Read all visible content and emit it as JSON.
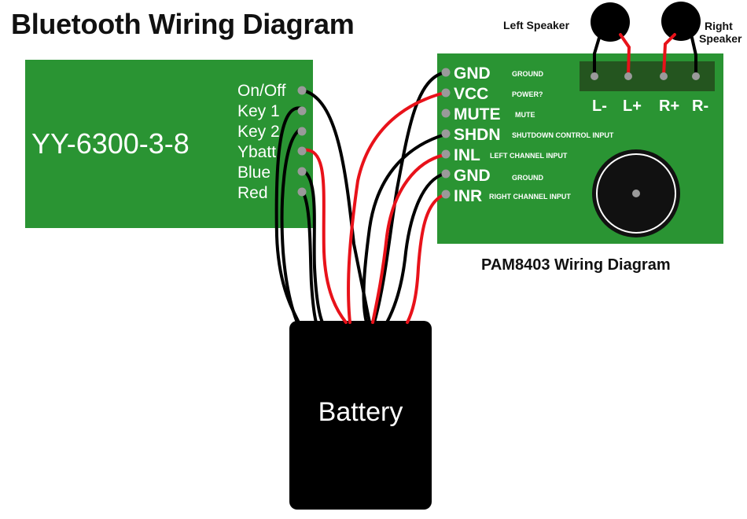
{
  "title": "Bluetooth Wiring Diagram",
  "bluetooth_module": {
    "name": "YY-6300-3-8",
    "pins": [
      "On/Off",
      "Key 1",
      "Key 2",
      "Ybatt",
      "Blue",
      "Red"
    ]
  },
  "amplifier": {
    "caption": "PAM8403 Wiring Diagram",
    "pins": [
      {
        "name": "GND",
        "desc": "GROUND"
      },
      {
        "name": "VCC",
        "desc": "POWER?"
      },
      {
        "name": "MUTE",
        "desc": "MUTE"
      },
      {
        "name": "SHDN",
        "desc": "SHUTDOWN CONTROL INPUT"
      },
      {
        "name": "INL",
        "desc": "LEFT CHANNEL INPUT"
      },
      {
        "name": "GND",
        "desc": "GROUND"
      },
      {
        "name": "INR",
        "desc": "RIGHT CHANNEL INPUT"
      }
    ],
    "speaker_terminals": [
      "L-",
      "L+",
      "R+",
      "R-"
    ]
  },
  "speakers": {
    "left": "Left Speaker",
    "right_line1": "Right",
    "right_line2": "Speaker"
  },
  "battery": {
    "label": "Battery"
  },
  "colors": {
    "board": "#2a9433",
    "header": "#24551f",
    "wire_black": "#000000",
    "wire_red": "#e8121a"
  }
}
